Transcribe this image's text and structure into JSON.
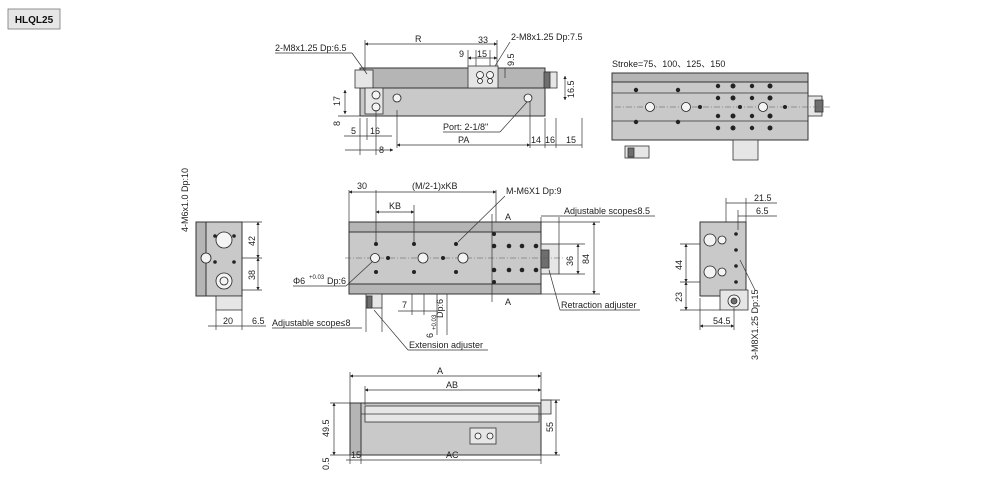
{
  "title": "HLQL25",
  "top_view": {
    "r": "R",
    "d33": "33",
    "d9": "9",
    "d15": "15",
    "tap1": "2-M8x1.25 Dp:6.5",
    "tap2": "2-M8x1.25 Dp:7.5",
    "d9_5": "9.5",
    "d16_5": "16.5",
    "d17": "17",
    "d8": "8",
    "d5": "5",
    "d16": "16",
    "d8b": "8",
    "port": "Port: 2-1/8\"",
    "pa": "PA",
    "d14": "14",
    "d16b": "16",
    "d15b": "15"
  },
  "iso_view": {
    "stroke": "Stroke=75、100、125、150"
  },
  "front_view": {
    "d30": "30",
    "pitch": "(M/2-1)xKB",
    "tap": "M-M6X1 Dp:9",
    "kb": "KB",
    "a1": "A",
    "a2": "A",
    "adj1": "Adjustable scope≤8.5",
    "d36": "36",
    "d84": "84",
    "phi": "Φ6",
    "tol": "+0.03",
    "dp6": "Dp:6",
    "d7": "7",
    "slot": "6",
    "slot_tol": "+0.03",
    "slot_dp": "Dp:6",
    "retraction": "Retraction adjuster",
    "adj2": "Adjustable scope≤8",
    "extension": "Extension adjuster"
  },
  "left_view": {
    "tap": "4-M6x1.0 Dp:10",
    "d42": "42",
    "d38": "38",
    "d20": "20",
    "d6_5": "6.5"
  },
  "right_view": {
    "d21_5": "21.5",
    "d6_5": "6.5",
    "d44": "44",
    "d23": "23",
    "d54_5": "54.5",
    "tap": "3-M8X1.25 Dp:15"
  },
  "bottom_view": {
    "a": "A",
    "ab": "AB",
    "d49_5": "49.5",
    "d55": "55",
    "d0_5": "0.5",
    "d15": "15",
    "ac": "AC"
  }
}
